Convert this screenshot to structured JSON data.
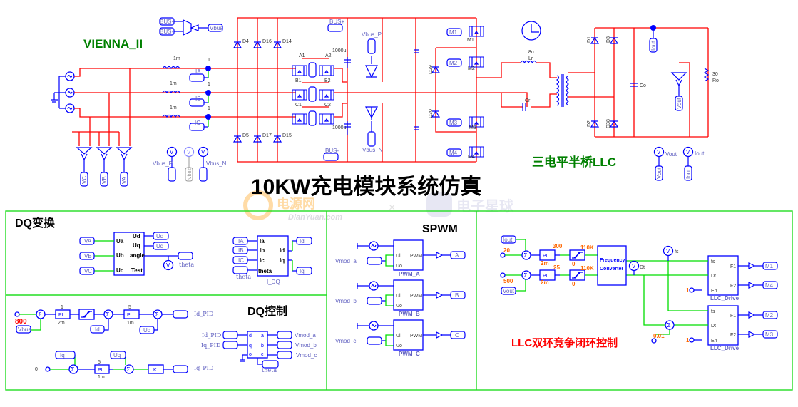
{
  "title": "10KW充电模块系统仿真",
  "watermark": {
    "brand": "电源网",
    "url": "DianYuan.com",
    "brand2": "电子星球"
  },
  "colors": {
    "power_wire": "#ff0000",
    "component": "#0000ff",
    "signal_wire": "#00dd00",
    "panel_border": "#22dd22",
    "vienna_title": "#008000",
    "llc_control_title": "#ff0000"
  },
  "vienna": {
    "title": "VIENNA_II",
    "inductor": "1m",
    "sensor_gain": "1",
    "ia": "IA",
    "ib": "IB",
    "ic": "IC",
    "diodes": [
      "D4",
      "D16",
      "D14",
      "D5",
      "D17",
      "D15"
    ],
    "switches": [
      "A1",
      "A2",
      "B1",
      "B2",
      "C1",
      "C2"
    ],
    "cap": "1000u",
    "bus_p": "BUS+",
    "bus_n": "BUS-",
    "vbus": "Vbus",
    "vbus_p": "Vbus_P",
    "vbus_n": "Vbus_N",
    "va": "VA",
    "vb": "VB",
    "vc": "VC",
    "voltmeter": "V"
  },
  "llc": {
    "title": "三电平半桥LLC",
    "m": [
      "M1",
      "M2",
      "M3",
      "M4"
    ],
    "d29": "D29",
    "d30": "D30",
    "lr_val": "8u",
    "lr": "Lr",
    "cr": "Cr",
    "d": [
      "D1",
      "D3",
      "D2",
      "D38"
    ],
    "co": "Co",
    "ro_val": "30",
    "ro": "Ro",
    "iout": "Iout",
    "vout": "Vout",
    "voltmeter": "V"
  },
  "dq_transform": {
    "title": "DQ变换",
    "inputs": [
      "VA",
      "VB",
      "VC"
    ],
    "ports": [
      "Ua",
      "Ub",
      "Uc",
      "Ud",
      "Uq",
      "angle",
      "Test"
    ],
    "outputs": [
      "Ud",
      "Uq"
    ],
    "theta": "theta",
    "voltmeter": "V",
    "idq_inputs": [
      "IA",
      "IB",
      "IC"
    ],
    "idq_ports": [
      "Ia",
      "Ib",
      "Ic",
      "theta",
      "Id",
      "Iq"
    ],
    "idq_name": "I_DQ",
    "idq_outputs": [
      "Id",
      "Iq"
    ]
  },
  "dq_control": {
    "title": "DQ控制",
    "ref_v": "800",
    "vbus": "Vbus",
    "pi1_gain": "1",
    "pi1_t": "2m",
    "pi": "PI",
    "id": "Id",
    "pi2_gain": "5",
    "pi2_t": "1m",
    "ud": "Ud",
    "id_pid": "Id_PID",
    "ref_q": "0",
    "iq": "Iq",
    "pi3_gain": "5",
    "pi3_t": "1m",
    "uq": "Uq",
    "k": "K",
    "iq_pid": "Iq_PID",
    "dq_ports": [
      "d",
      "q",
      "o",
      "a",
      "b",
      "c"
    ],
    "dq_inputs": [
      "Id_PID",
      "Iq_PID"
    ],
    "dq_outputs": [
      "Vmod_a",
      "Vmod_b",
      "Vmod_c"
    ],
    "theta": "theta"
  },
  "spwm": {
    "title": "SPWM",
    "channels": [
      {
        "input": "Vmod_a",
        "name": "PWM_A",
        "out": "A"
      },
      {
        "input": "Vmod_b",
        "name": "PWM_B",
        "out": "B"
      },
      {
        "input": "Vmod_c",
        "name": "PWM_C",
        "out": "C"
      }
    ],
    "ports": [
      "Ui",
      "Uo",
      "PWM"
    ]
  },
  "llc_control": {
    "title": "LLC双环竞争闭环控制",
    "iout": "Iout",
    "iref": "20",
    "pi1_gain": "300",
    "pi1_t": "2m",
    "lim_max": "110K",
    "lim_min": "0",
    "vout": "Vout",
    "vref": "500",
    "pi2_gain": "25",
    "pi2_t": "2m",
    "pi": "PI",
    "converter": [
      "Frequency",
      "Converter"
    ],
    "fs": "fs",
    "dt": "Dt",
    "voltmeter": "V",
    "offset": "0.01",
    "enable": "1",
    "drive_name": "LLC_Drive",
    "drive_ports": [
      "fs",
      "Dt",
      "En",
      "F1",
      "F2"
    ],
    "outputs": [
      "M1",
      "M4",
      "M2",
      "M3"
    ]
  }
}
